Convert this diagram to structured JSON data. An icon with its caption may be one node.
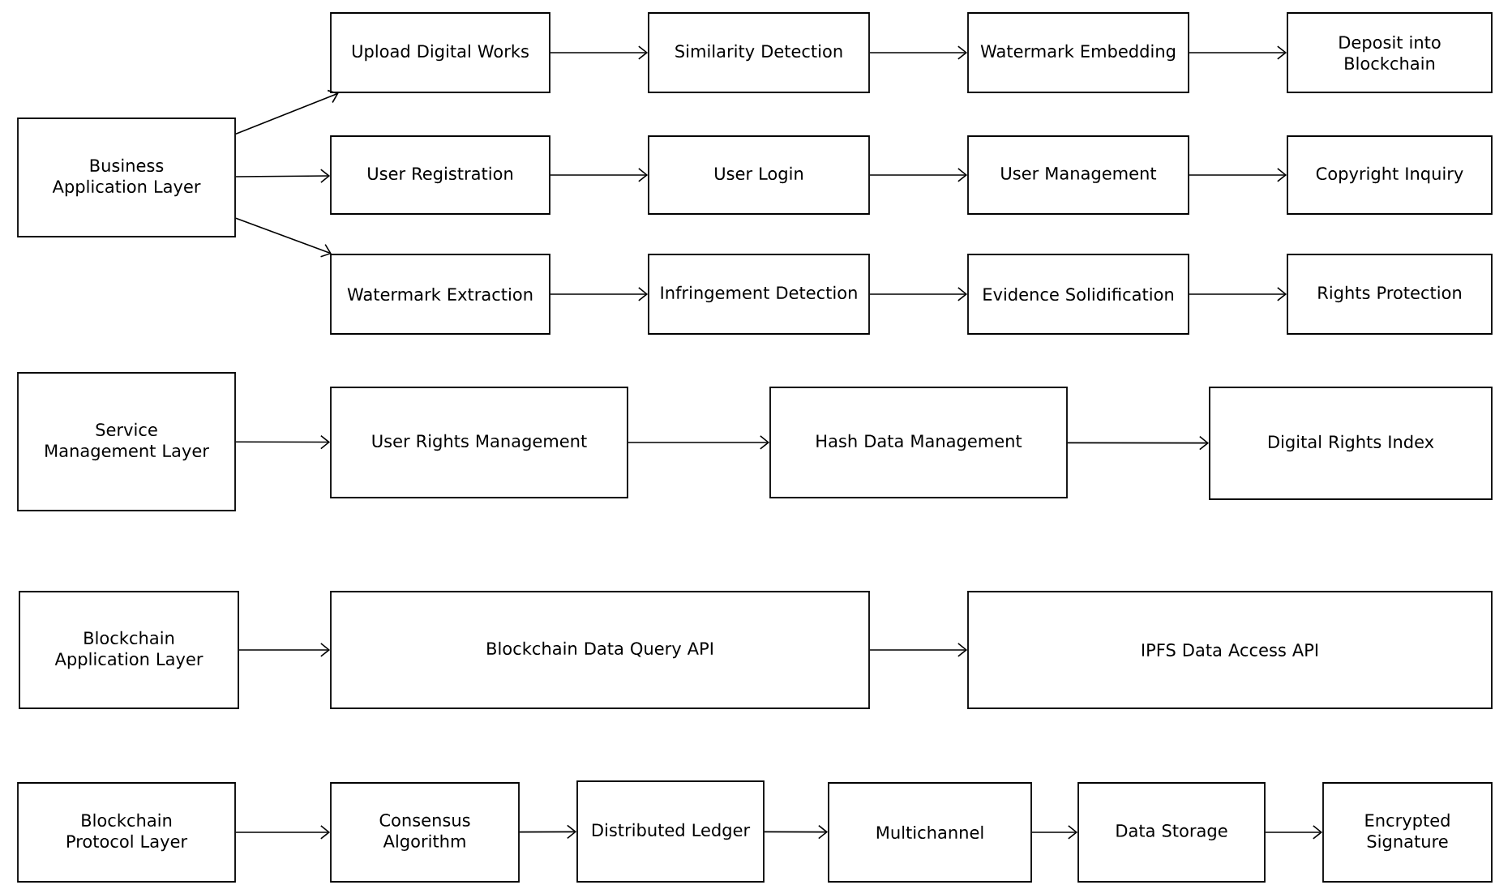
{
  "diagram": {
    "nodes": [
      {
        "text": [
          "Business Application Layer"
        ]
      },
      {
        "text": [
          "Upload Digital Works"
        ]
      },
      {
        "text": [
          "Similarity Detection"
        ]
      },
      {
        "text": [
          "Watermark Embedding"
        ]
      },
      {
        "text": [
          "Deposit into Blockchain"
        ]
      },
      {
        "text": [
          "User Registration"
        ]
      },
      {
        "text": [
          "User Login"
        ]
      },
      {
        "text": [
          "User Management"
        ]
      },
      {
        "text": [
          "Copyright Inquiry"
        ]
      },
      {
        "text": [
          "Watermark Extraction"
        ]
      },
      {
        "text": [
          "Infringement Detection"
        ]
      },
      {
        "text": [
          "Evidence Solidification"
        ]
      },
      {
        "text": [
          "Rights Protection"
        ]
      },
      {
        "text": [
          "Service Management Layer"
        ]
      },
      {
        "text": [
          "User Rights Management"
        ]
      },
      {
        "text": [
          "Hash Data Management"
        ]
      },
      {
        "text": [
          "Digital Rights Index"
        ]
      },
      {
        "text": [
          "Blockchain Application Layer"
        ]
      },
      {
        "text": [
          "Blockchain Data Query API"
        ]
      },
      {
        "text": [
          "IPFS Data Access API"
        ]
      },
      {
        "text": [
          "Blockchain Protocol Layer"
        ]
      },
      {
        "text": [
          "Consensus Algorithm"
        ]
      },
      {
        "text": [
          "Distributed Ledger"
        ]
      },
      {
        "text": [
          "Multichannel"
        ]
      },
      {
        "text": [
          "Data Storage"
        ]
      },
      {
        "text": [
          "Encrypted Signature"
        ]
      }
    ],
    "edges": [
      {
        "from": 0,
        "to": 1,
        "arrow": "to"
      },
      {
        "from": 0,
        "to": 5,
        "arrow": "to"
      },
      {
        "from": 0,
        "to": 9,
        "arrow": "to"
      },
      {
        "from": 1,
        "to": 2,
        "arrow": "to"
      },
      {
        "from": 2,
        "to": 3,
        "arrow": "to"
      },
      {
        "from": 3,
        "to": 4,
        "arrow": "to"
      },
      {
        "from": 5,
        "to": 6,
        "arrow": "to"
      },
      {
        "from": 6,
        "to": 7,
        "arrow": "to"
      },
      {
        "from": 7,
        "to": 8,
        "arrow": "to"
      },
      {
        "from": 9,
        "to": 10,
        "arrow": "to"
      },
      {
        "from": 10,
        "to": 11,
        "arrow": "to"
      },
      {
        "from": 11,
        "to": 12,
        "arrow": "to"
      },
      {
        "from": 13,
        "to": 14,
        "arrow": "to"
      },
      {
        "from": 14,
        "to": 15,
        "arrow": "to"
      },
      {
        "from": 15,
        "to": 16,
        "arrow": "to"
      },
      {
        "from": 17,
        "to": 18,
        "arrow": "to"
      },
      {
        "from": 18,
        "to": 19,
        "arrow": "to"
      },
      {
        "from": 20,
        "to": 21,
        "arrow": "to"
      },
      {
        "from": 21,
        "to": 22,
        "arrow": "to"
      },
      {
        "from": 22,
        "to": 23,
        "arrow": "to"
      },
      {
        "from": 23,
        "to": 24,
        "arrow": "to"
      },
      {
        "from": 24,
        "to": 25,
        "arrow": "to"
      }
    ]
  }
}
